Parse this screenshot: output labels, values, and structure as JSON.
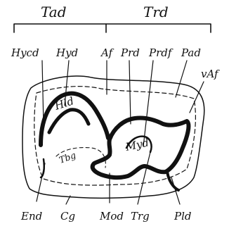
{
  "figure": {
    "groups": {
      "tad": "Tad",
      "trd": "Trd"
    },
    "labels": {
      "hycd": "Hycd",
      "hyd": "Hyd",
      "af": "Af",
      "prd": "Prd",
      "prdf": "Prdf",
      "pad": "Pad",
      "vaf": "vAf",
      "hld": "Hld",
      "myd": "Myd",
      "tbg": "Tbg",
      "end": "End",
      "cg": "Cg",
      "mod": "Mod",
      "trg": "Trg",
      "pld": "Pld"
    },
    "colors": {
      "ink": "#111111",
      "background": "#ffffff"
    }
  }
}
